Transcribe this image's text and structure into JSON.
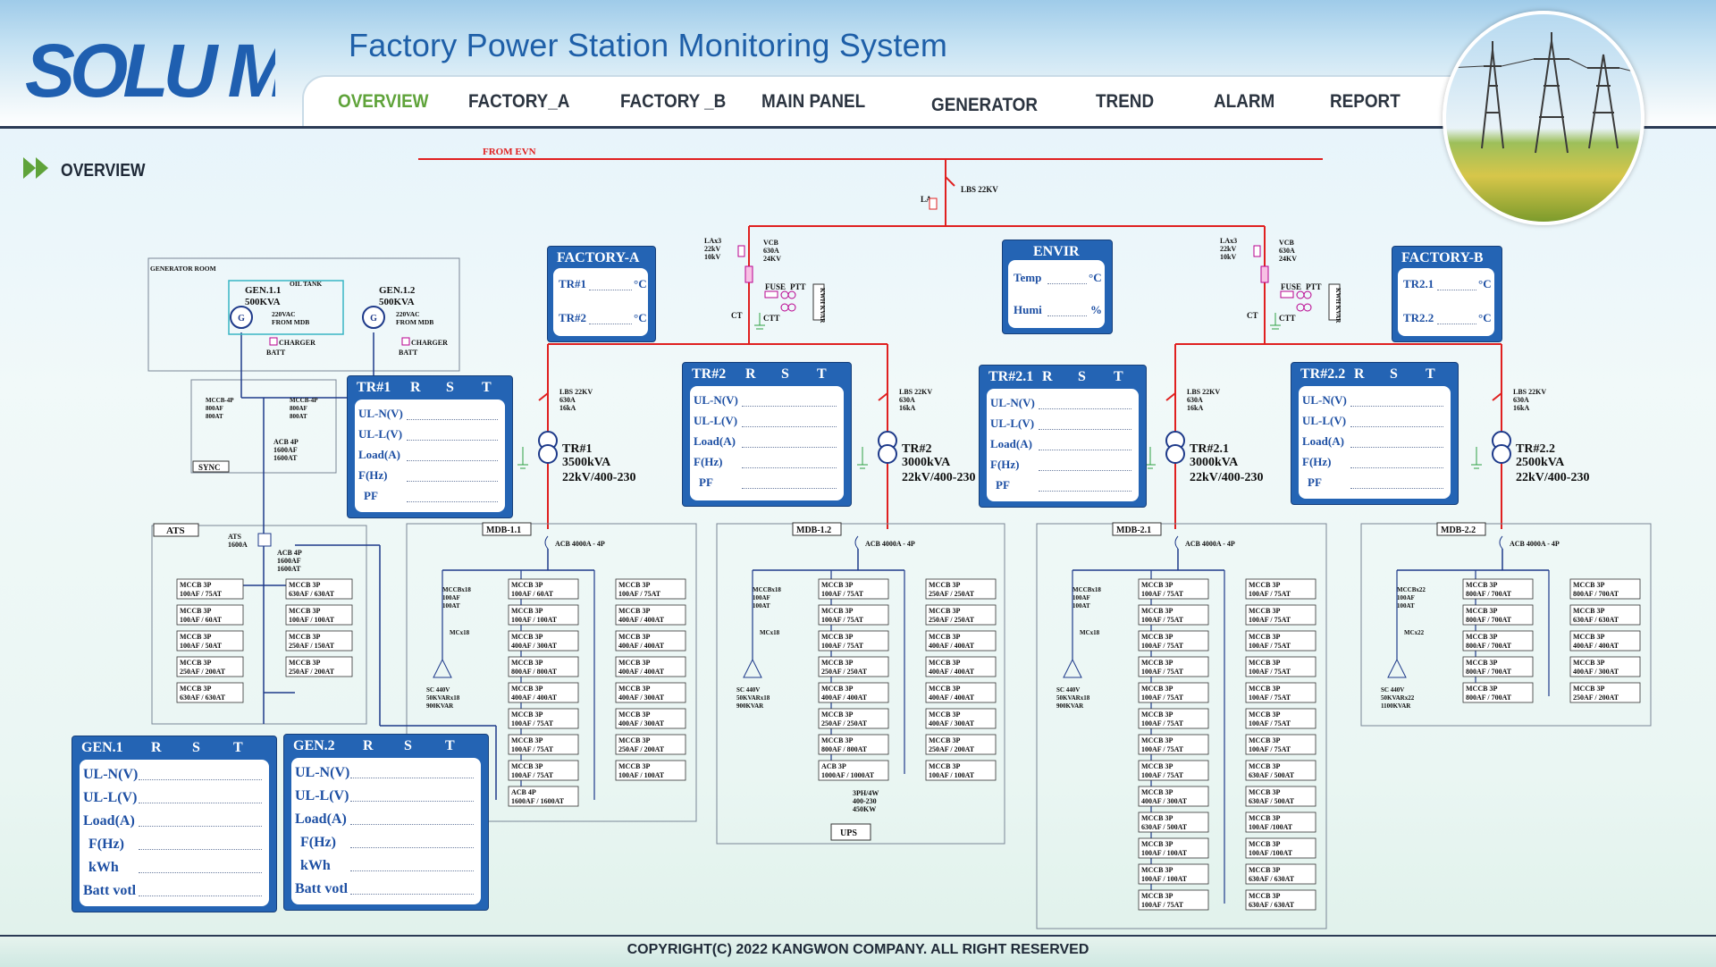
{
  "app": {
    "logo_text": "SOLU M",
    "title": "Factory Power Station Monitoring System"
  },
  "nav": [
    {
      "label": "OVERVIEW",
      "active": true
    },
    {
      "label": "FACTORY_A"
    },
    {
      "label": "FACTORY _B"
    },
    {
      "label": "MAIN PANEL"
    },
    {
      "label": "GENERATOR"
    },
    {
      "label": "TREND"
    },
    {
      "label": "ALARM"
    },
    {
      "label": "REPORT"
    }
  ],
  "page": {
    "title": "OVERVIEW"
  },
  "footer": {
    "copyright": "COPYRIGHT(C) 2022 KANGWON COMPANY. ALL RIGHT RESERVED"
  },
  "colors": {
    "accent": "#5fa33a",
    "panel": "#2464b4",
    "busbar": "#e02020",
    "wire": "#1e3a8a",
    "title": "#1e5fa8"
  },
  "panels": {
    "factory_a": {
      "title": "FACTORY-A",
      "rows": [
        "TR#1",
        "TR#2"
      ],
      "unit": "°C"
    },
    "envir": {
      "title": "ENVIR",
      "rows": [
        "Temp",
        "Humi"
      ],
      "units": [
        "°C",
        "%"
      ]
    },
    "factory_b": {
      "title": "FACTORY-B",
      "rows": [
        "TR2.1",
        "TR2.2"
      ],
      "unit": "°C"
    },
    "phases": [
      "R",
      "S",
      "T"
    ],
    "tr_rows": [
      "UL-N(V)",
      "UL-L(V)",
      "Load(A)",
      "F(Hz)",
      "PF"
    ],
    "gen_rows": [
      "UL-N(V)",
      "UL-L(V)",
      "Load(A)",
      "F(Hz)",
      "kWh",
      "Batt votl"
    ],
    "tr1": {
      "title": "TR#1"
    },
    "tr2": {
      "title": "TR#2"
    },
    "tr21": {
      "title": "TR#2.1"
    },
    "tr22": {
      "title": "TR#2.2"
    },
    "gen1": {
      "title": "GEN.1"
    },
    "gen2": {
      "title": "GEN.2"
    }
  },
  "diagram": {
    "from_evn": "FROM EVN",
    "lbs_main": "LBS 22KV",
    "la": "LA",
    "left_feed": {
      "la": [
        "LAx3",
        "22kV",
        "10kV"
      ],
      "vcb": [
        "VCB",
        "630A",
        "24KV"
      ],
      "fuse": "FUSE",
      "ptt": "PTT",
      "ct": "CT",
      "ctt": "CTT",
      "meter": "KWH KVAR"
    },
    "right_feed": {
      "la": [
        "LAx3",
        "22kV",
        "10kV"
      ],
      "vcb": [
        "VCB",
        "630A",
        "24KV"
      ],
      "fuse": "FUSE",
      "ptt": "PTT",
      "ct": "CT",
      "ctt": "CTT",
      "meter": "KWH KVAR"
    },
    "transformers": [
      {
        "lbs": [
          "LBS 22KV",
          "630A",
          "16kA"
        ],
        "name": "TR#1",
        "kva": "3500kVA",
        "ratio": "22kV/400-230"
      },
      {
        "lbs": [
          "LBS 22KV",
          "630A",
          "16kA"
        ],
        "name": "TR#2",
        "kva": "3000kVA",
        "ratio": "22kV/400-230"
      },
      {
        "lbs": [
          "LBS 22KV",
          "630A",
          "16kA"
        ],
        "name": "TR#2.1",
        "kva": "3000kVA",
        "ratio": "22kV/400-230"
      },
      {
        "lbs": [
          "LBS 22KV",
          "630A",
          "16kA"
        ],
        "name": "TR#2.2",
        "kva": "2500kVA",
        "ratio": "22kV/400-230"
      }
    ],
    "gen_room": {
      "label": "GENERATOR ROOM",
      "oil_tank": "OIL TANK",
      "gen1": [
        "GEN.1.1",
        "500KVA"
      ],
      "gen2": [
        "GEN.1.2",
        "500KVA"
      ],
      "supply": [
        "220VAC",
        "FROM MDB"
      ],
      "charger": "CHARGER",
      "batt": "BATT",
      "g": "G"
    },
    "sync": {
      "label": "SYNC",
      "mccb1": [
        "MCCB-4P",
        "800AF",
        "800AT"
      ],
      "mccb2": [
        "MCCB-4P",
        "800AF",
        "800AT"
      ],
      "acb": [
        "ACB 4P",
        "1600AF",
        "1600AT"
      ]
    },
    "ats": {
      "label": "ATS",
      "ats": [
        "ATS",
        "1600A"
      ],
      "acb": [
        "ACB 4P",
        "1600AF",
        "1600AT"
      ],
      "left": [
        [
          "MCCB 3P",
          "100AF / 75AT"
        ],
        [
          "MCCB 3P",
          "100AF / 60AT"
        ],
        [
          "MCCB 3P",
          "100AF / 50AT"
        ],
        [
          "MCCB 3P",
          "250AF / 200AT"
        ],
        [
          "MCCB 3P",
          "630AF / 630AT"
        ]
      ],
      "right": [
        [
          "MCCB 3P",
          "630AF / 630AT"
        ],
        [
          "MCCB 3P",
          "100AF / 100AT"
        ],
        [
          "MCCB 3P",
          "250AF / 150AT"
        ],
        [
          "MCCB 3P",
          "250AF / 200AT"
        ]
      ]
    },
    "mdbs": [
      {
        "label": "MDB-1.1",
        "acb": "ACB 4000A - 4P",
        "cap": [
          "MCCBx18",
          "100AF",
          "100AT"
        ],
        "mc": "MCx18",
        "sc": [
          "SC 440V",
          "50KVARx18",
          "900KVAR"
        ],
        "left": [
          [
            "MCCB 3P",
            "100AF / 60AT"
          ],
          [
            "MCCB 3P",
            "100AF / 100AT"
          ],
          [
            "MCCB 3P",
            "400AF / 300AT"
          ],
          [
            "MCCB 3P",
            "800AF / 800AT"
          ],
          [
            "MCCB 3P",
            "400AF / 400AT"
          ],
          [
            "MCCB 3P",
            "100AF / 75AT"
          ],
          [
            "MCCB 3P",
            "100AF / 75AT"
          ],
          [
            "MCCB 3P",
            "100AF / 75AT"
          ],
          [
            "ACB 4P",
            "1600AF / 1600AT"
          ]
        ],
        "right": [
          [
            "MCCB 3P",
            "100AF / 75AT"
          ],
          [
            "MCCB 3P",
            "400AF / 400AT"
          ],
          [
            "MCCB 3P",
            "400AF / 400AT"
          ],
          [
            "MCCB 3P",
            "400AF / 400AT"
          ],
          [
            "MCCB 3P",
            "400AF / 300AT"
          ],
          [
            "MCCB 3P",
            "400AF / 300AT"
          ],
          [
            "MCCB 3P",
            "250AF / 200AT"
          ],
          [
            "MCCB 3P",
            "100AF / 100AT"
          ]
        ]
      },
      {
        "label": "MDB-1.2",
        "acb": "ACB 4000A - 4P",
        "cap": [
          "MCCBx18",
          "100AF",
          "100AT"
        ],
        "mc": "MCx18",
        "sc": [
          "SC 440V",
          "50KVARx18",
          "900KVAR"
        ],
        "left": [
          [
            "MCCB 3P",
            "100AF / 75AT"
          ],
          [
            "MCCB 3P",
            "100AF / 75AT"
          ],
          [
            "MCCB 3P",
            "100AF / 75AT"
          ],
          [
            "MCCB 3P",
            "250AF / 250AT"
          ],
          [
            "MCCB 3P",
            "400AF / 400AT"
          ],
          [
            "MCCB 3P",
            "250AF / 250AT"
          ],
          [
            "MCCB 3P",
            "800AF / 800AT"
          ],
          [
            "ACB 3P",
            "1000AF / 1000AT"
          ]
        ],
        "right": [
          [
            "MCCB 3P",
            "250AF / 250AT"
          ],
          [
            "MCCB 3P",
            "250AF / 250AT"
          ],
          [
            "MCCB 3P",
            "400AF / 400AT"
          ],
          [
            "MCCB 3P",
            "400AF / 400AT"
          ],
          [
            "MCCB 3P",
            "400AF / 400AT"
          ],
          [
            "MCCB 3P",
            "400AF / 300AT"
          ],
          [
            "MCCB 3P",
            "250AF / 200AT"
          ],
          [
            "MCCB 3P",
            "100AF / 100AT"
          ]
        ],
        "ups": "UPS",
        "ups_spec": [
          "3PH/4W",
          "400-230",
          "450KW"
        ]
      },
      {
        "label": "MDB-2.1",
        "acb": "ACB 4000A - 4P",
        "cap": [
          "MCCBx18",
          "100AF",
          "100AT"
        ],
        "mc": "MCx18",
        "sc": [
          "SC 440V",
          "50KVARx18",
          "900KVAR"
        ],
        "left": [
          [
            "MCCB 3P",
            "100AF / 75AT"
          ],
          [
            "MCCB 3P",
            "100AF / 75AT"
          ],
          [
            "MCCB 3P",
            "100AF / 75AT"
          ],
          [
            "MCCB 3P",
            "100AF / 75AT"
          ],
          [
            "MCCB 3P",
            "100AF / 75AT"
          ],
          [
            "MCCB 3P",
            "100AF / 75AT"
          ],
          [
            "MCCB 3P",
            "100AF / 75AT"
          ],
          [
            "MCCB 3P",
            "100AF / 75AT"
          ],
          [
            "MCCB 3P",
            "400AF / 300AT"
          ],
          [
            "MCCB 3P",
            "630AF / 500AT"
          ],
          [
            "MCCB 3P",
            "100AF / 100AT"
          ],
          [
            "MCCB 3P",
            "100AF / 100AT"
          ],
          [
            "MCCB 3P",
            "100AF / 75AT"
          ]
        ],
        "right": [
          [
            "MCCB 3P",
            "100AF / 75AT"
          ],
          [
            "MCCB 3P",
            "100AF / 75AT"
          ],
          [
            "MCCB 3P",
            "100AF / 75AT"
          ],
          [
            "MCCB 3P",
            "100AF / 75AT"
          ],
          [
            "MCCB 3P",
            "100AF / 75AT"
          ],
          [
            "MCCB 3P",
            "100AF / 75AT"
          ],
          [
            "MCCB 3P",
            "100AF / 75AT"
          ],
          [
            "MCCB 3P",
            "630AF / 500AT"
          ],
          [
            "MCCB 3P",
            "630AF / 500AT"
          ],
          [
            "MCCB 3P",
            "100AF /100AT"
          ],
          [
            "MCCB 3P",
            "100AF /100AT"
          ],
          [
            "MCCB 3P",
            "630AF / 630AT"
          ],
          [
            "MCCB 3P",
            "630AF / 630AT"
          ]
        ]
      },
      {
        "label": "MDB-2.2",
        "acb": "ACB 4000A - 4P",
        "cap": [
          "MCCBx22",
          "100AF",
          "100AT"
        ],
        "mc": "MCx22",
        "sc": [
          "SC 440V",
          "50KVARx22",
          "1100KVAR"
        ],
        "left": [
          [
            "MCCB 3P",
            "800AF / 700AT"
          ],
          [
            "MCCB 3P",
            "800AF / 700AT"
          ],
          [
            "MCCB 3P",
            "800AF / 700AT"
          ],
          [
            "MCCB 3P",
            "800AF / 700AT"
          ],
          [
            "MCCB 3P",
            "800AF / 700AT"
          ]
        ],
        "right": [
          [
            "MCCB 3P",
            "800AF / 700AT"
          ],
          [
            "MCCB 3P",
            "630AF / 630AT"
          ],
          [
            "MCCB 3P",
            "400AF / 400AT"
          ],
          [
            "MCCB 3P",
            "400AF / 300AT"
          ],
          [
            "MCCB 3P",
            "250AF / 200AT"
          ]
        ]
      }
    ]
  }
}
